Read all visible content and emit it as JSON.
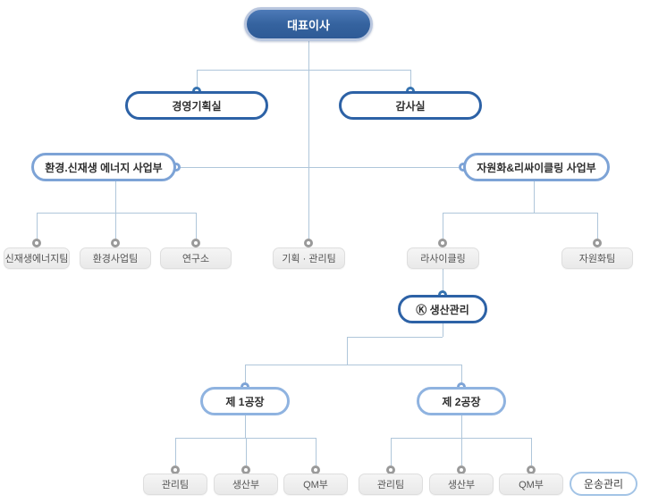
{
  "nodes": {
    "ceo": {
      "label": "대표이사"
    },
    "planning_office": {
      "label": "경영기획실"
    },
    "audit_office": {
      "label": "감사실"
    },
    "env_division": {
      "label": "환경.신재생 에너지 사업부"
    },
    "recycle_division": {
      "label": "자원화&리싸이클링 사업부"
    },
    "renewable_team": {
      "label": "신재생에너지팀"
    },
    "env_business_team": {
      "label": "환경사업팀"
    },
    "research_institute": {
      "label": "연구소"
    },
    "planning_mgmt_team": {
      "label": "기획 · 관리팀"
    },
    "recycling": {
      "label": "라사이클링"
    },
    "resource_team": {
      "label": "자원화팀"
    },
    "production_mgmt": {
      "label": "Ⓚ 생산관리"
    },
    "factory1": {
      "label": "제 1공장"
    },
    "factory2": {
      "label": "제 2공장"
    },
    "f1_mgmt_team": {
      "label": "관리팀"
    },
    "f1_production_dept": {
      "label": "생산부"
    },
    "f1_qm_dept": {
      "label": "QM부"
    },
    "f2_mgmt_team": {
      "label": "관리팀"
    },
    "f2_production_dept": {
      "label": "생산부"
    },
    "f2_qm_dept": {
      "label": "QM부"
    },
    "transport_mgmt": {
      "label": "운송관리"
    }
  },
  "colors": {
    "ceo_fill": "#35639f",
    "strong_border": "#2d62a6",
    "medium_border": "#7da3d6",
    "light_border": "#8fb3e0",
    "thin_border": "#a3c4e6",
    "connector_line": "#afc6da",
    "leaf_bg": "#eeeeee",
    "leaf_text": "#555555"
  }
}
